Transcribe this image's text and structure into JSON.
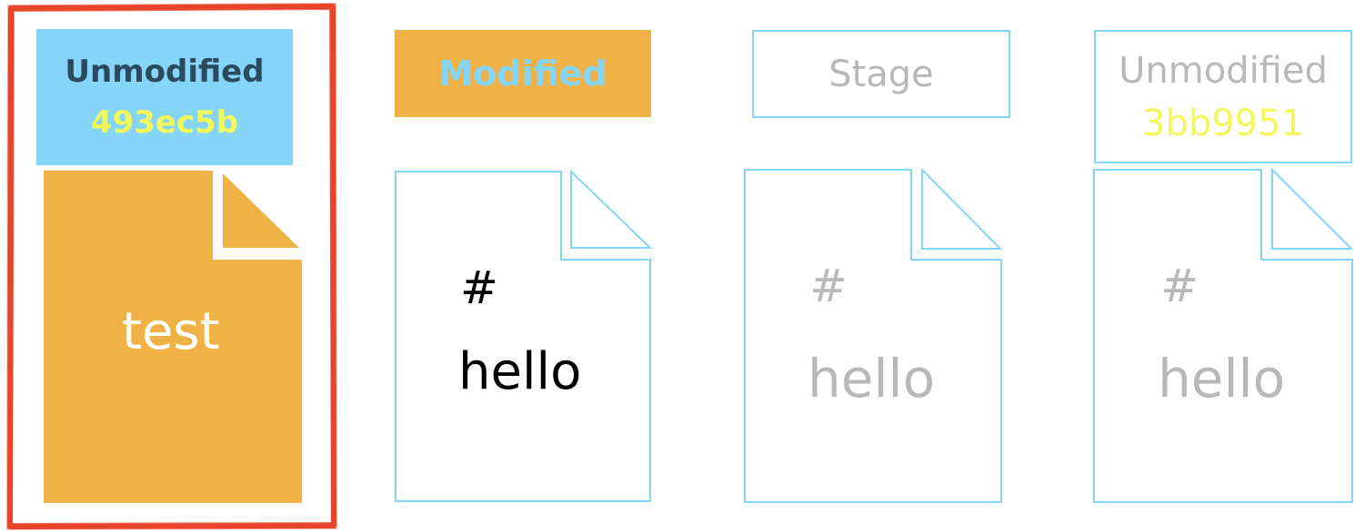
{
  "columns": [
    {
      "state": "Unmodified",
      "hash": "493ec5b",
      "file_lines": [
        "test"
      ],
      "highlighted": true,
      "colors": {
        "label_fill": "#84d5f8",
        "label_text": "#2b4a60",
        "hash_text": "#f2f75c",
        "file_fill": "#f0b247",
        "file_text": "#ffffff",
        "highlight_border": "#e8442b"
      }
    },
    {
      "state": "Modified",
      "file_lines": [
        "#",
        "hello"
      ],
      "colors": {
        "label_fill": "#f0b247",
        "label_text": "#84d5f8",
        "file_outline": "#84d5f8",
        "file_text": "#000000"
      }
    },
    {
      "state": "Stage",
      "file_lines": [
        "#",
        "hello"
      ],
      "colors": {
        "label_outline": "#84d5f8",
        "label_text": "#b8b8b8",
        "file_outline": "#84d5f8",
        "file_text": "#b8b8b8"
      }
    },
    {
      "state": "Unmodified",
      "hash": "3bb9951",
      "file_lines": [
        "#",
        "hello"
      ],
      "colors": {
        "label_outline": "#84d5f8",
        "label_text": "#b8b8b8",
        "hash_text": "#f2f75c",
        "file_outline": "#84d5f8",
        "file_text": "#b8b8b8"
      }
    }
  ]
}
